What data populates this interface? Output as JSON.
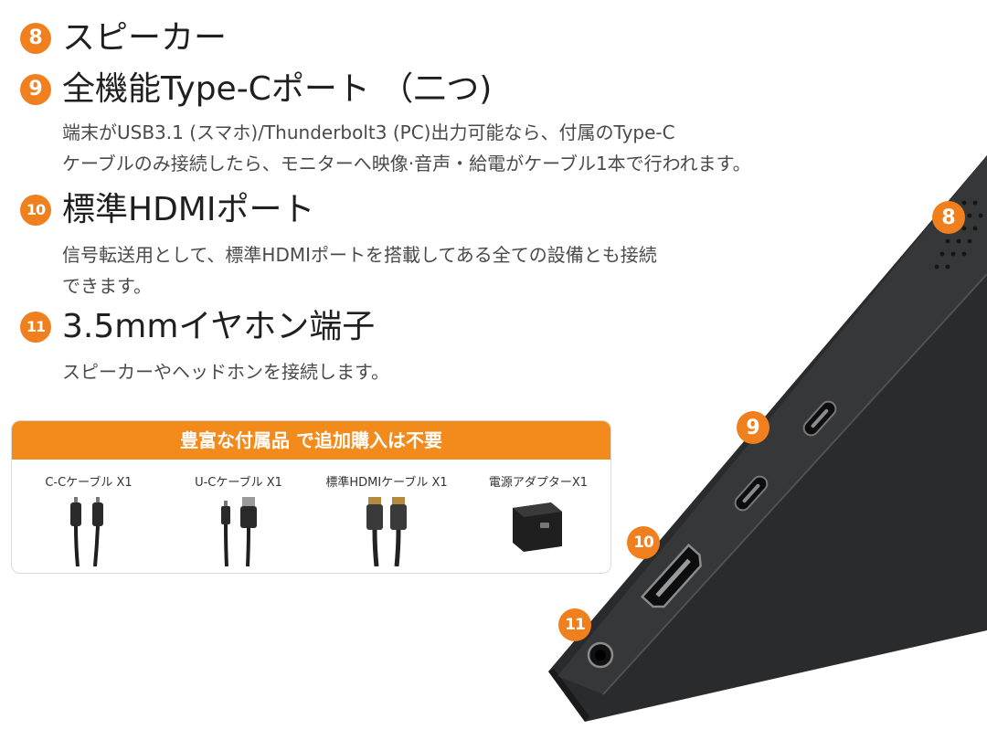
{
  "features": [
    {
      "number": "8",
      "title": "スピーカー"
    },
    {
      "number": "9",
      "title": "全機能Type-Cポート （二つ)",
      "description": "端末がUSB3.1 (スマホ)/Thunderbolt3 (PC)出力可能なら、付属のType-C\nケーブルのみ接続したら、モニターへ映像·音声・給電がケーブル1本で行われます。"
    },
    {
      "number": "10",
      "title": "標準HDMIポート",
      "description": "信号転送用として、標準HDMIポートを搭載してある全ての設備とも接続\nできます。"
    },
    {
      "number": "11",
      "title": "3.5mmイヤホン端子",
      "description": "スピーカーやヘッドホンを接続します。"
    }
  ],
  "accessories": {
    "header": "豊富な付属品  で追加購入は不要",
    "items": [
      {
        "label": "C-Cケーブル X1",
        "icon": "usb-c-cable-icon"
      },
      {
        "label": "U-Cケーブル X1",
        "icon": "usb-a-cable-icon"
      },
      {
        "label": "標準HDMIケーブル X1",
        "icon": "hdmi-cable-icon"
      },
      {
        "label": "電源アダプターX1",
        "icon": "power-adapter-icon"
      }
    ]
  },
  "device_labels": {
    "speaker": "8",
    "typec": "9",
    "hdmi": "10",
    "audio": "11"
  },
  "colors": {
    "accent": "#f07f1e",
    "device": "#2a2b2d",
    "device_edge": "#1a1a1b"
  }
}
